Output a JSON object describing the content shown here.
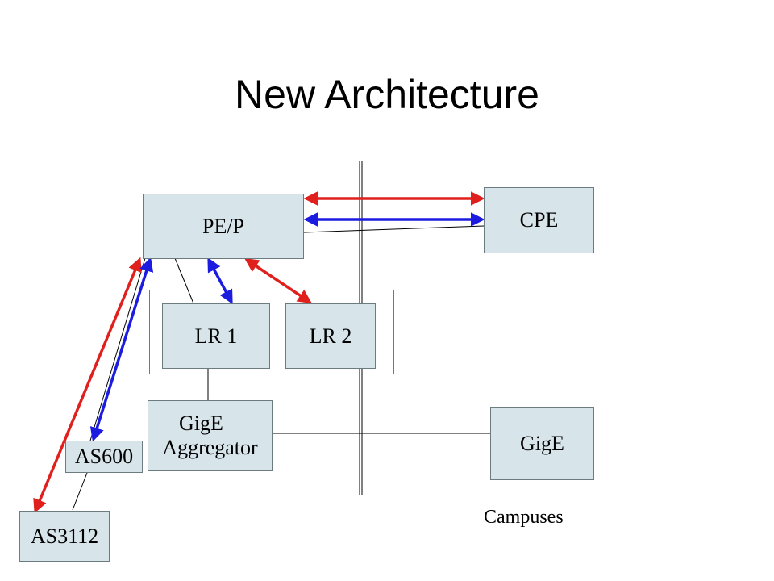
{
  "title": "New Architecture",
  "nodes": {
    "pe_p": "PE/P",
    "cpe": "CPE",
    "lr1": "LR 1",
    "lr2": "LR 2",
    "gige_aggregator_line1": "GigE",
    "gige_aggregator_line2": "Aggregator",
    "gige_campus": "GigE",
    "as600": "AS600",
    "as3112": "AS3112"
  },
  "labels": {
    "campuses": "Campuses"
  },
  "colors": {
    "box_fill": "#d7e4ea",
    "arrow_red": "#e0201c",
    "arrow_blue": "#1c1ce0",
    "line": "#000000"
  }
}
